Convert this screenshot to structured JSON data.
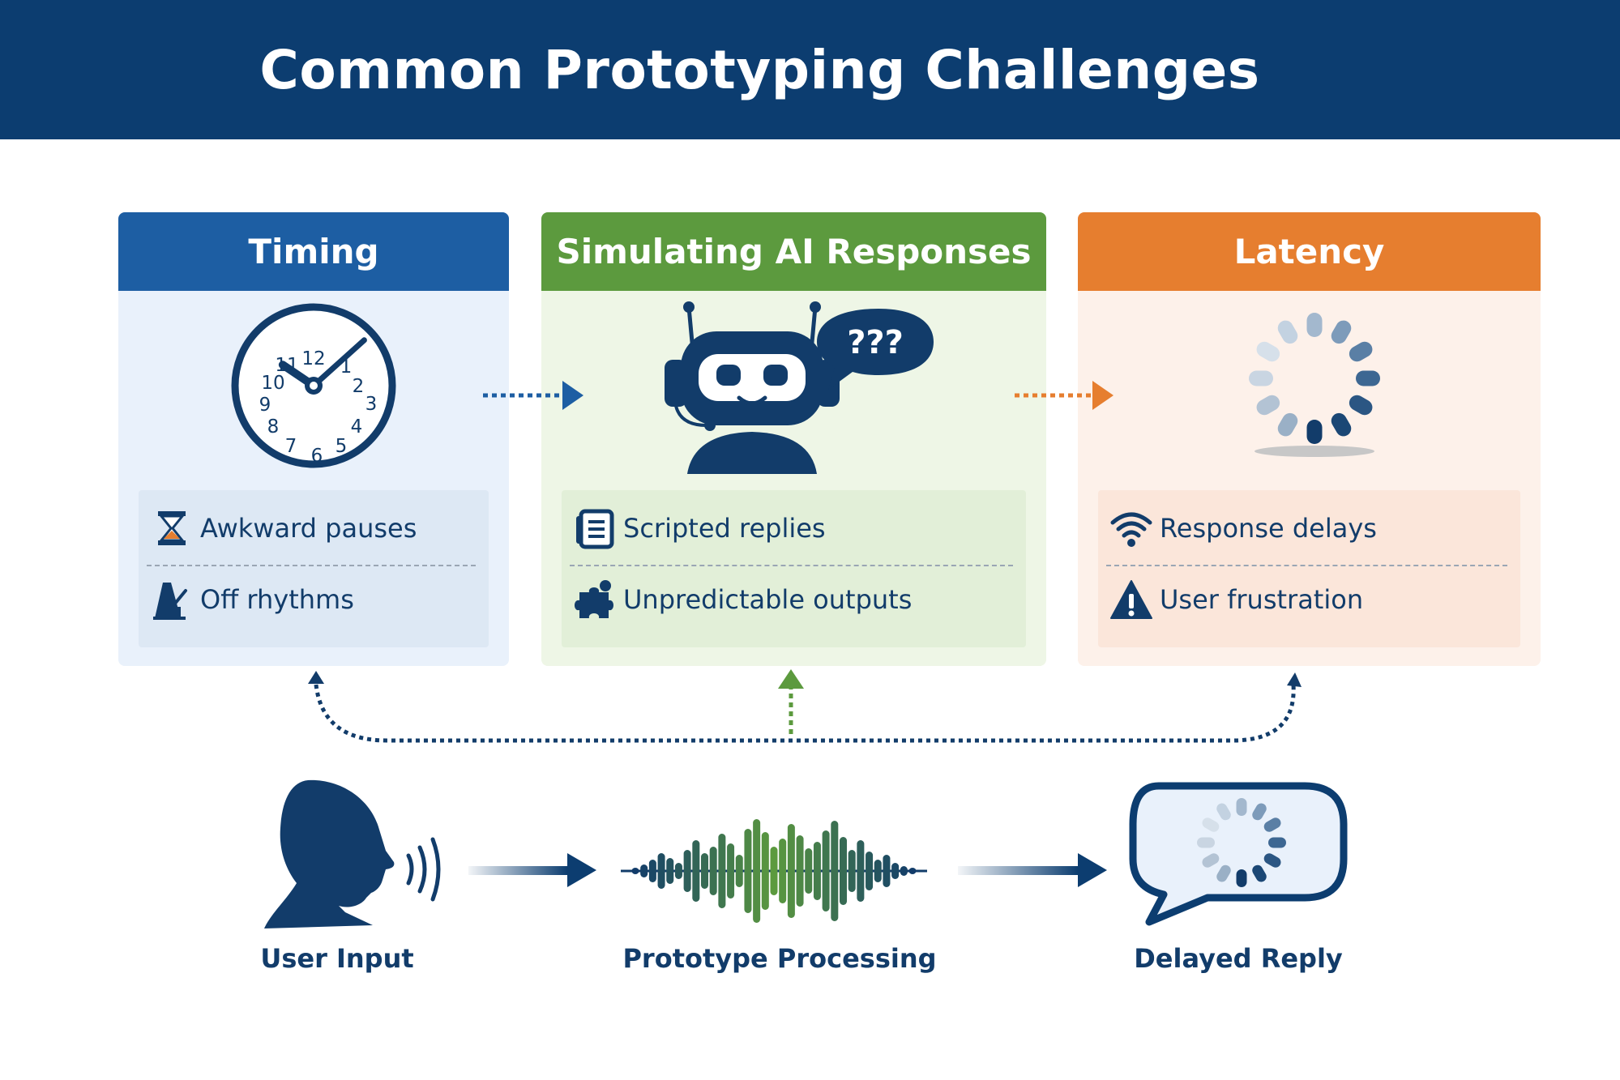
{
  "title": "Common Prototyping Challenges",
  "colors": {
    "navy": "#0c3d70",
    "blue": "#1d5ea3",
    "green": "#5c9a3e",
    "orange": "#e67e2f"
  },
  "cards": [
    {
      "title": "Timing",
      "icon": "clock-icon",
      "items": [
        {
          "label": "Awkward pauses",
          "icon": "hourglass-icon"
        },
        {
          "label": "Off rhythms",
          "icon": "metronome-icon"
        }
      ]
    },
    {
      "title": "Simulating AI Responses",
      "icon": "robot-icon",
      "bubble_text": "???",
      "items": [
        {
          "label": "Scripted replies",
          "icon": "document-icon"
        },
        {
          "label": "Unpredictable outputs",
          "icon": "puzzle-icon"
        }
      ]
    },
    {
      "title": "Latency",
      "icon": "loading-spinner-icon",
      "items": [
        {
          "label": "Response delays",
          "icon": "wifi-icon"
        },
        {
          "label": "User frustration",
          "icon": "warning-icon"
        }
      ]
    }
  ],
  "flow": [
    {
      "label": "User Input",
      "icon": "speaking-person-icon"
    },
    {
      "label": "Prototype Processing",
      "icon": "sound-wave-icon"
    },
    {
      "label": "Delayed Reply",
      "icon": "speech-bubble-loading-icon"
    }
  ],
  "clock": {
    "hour": 10,
    "minute": 8
  }
}
